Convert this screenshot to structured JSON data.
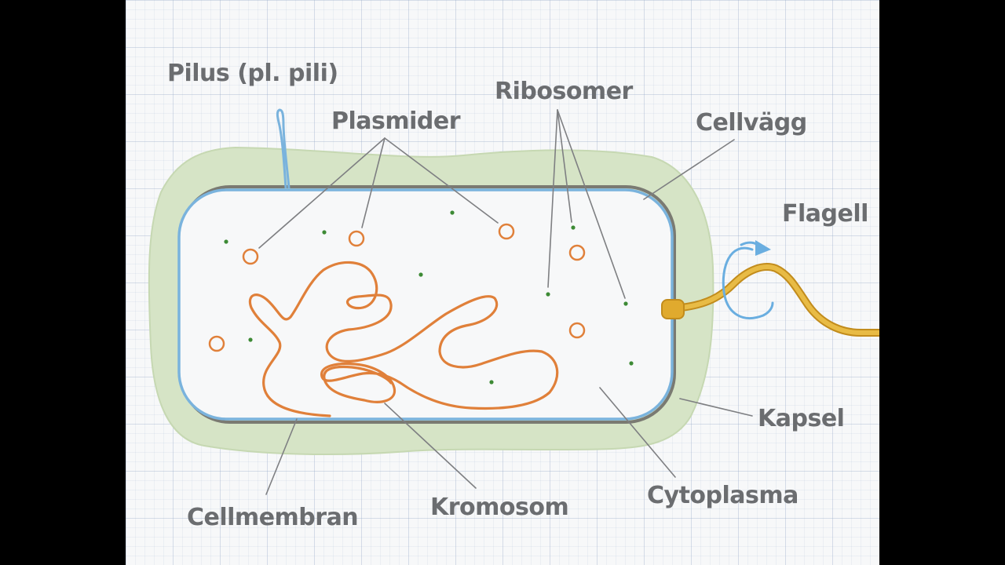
{
  "labels": {
    "pilus": "Pilus (pl. pili)",
    "plasmider": "Plasmider",
    "ribosomer": "Ribosomer",
    "cellvagg": "Cellvägg",
    "flagell": "Flagell",
    "kapsel": "Kapsel",
    "cytoplasma": "Cytoplasma",
    "kromosom": "Kromosom",
    "cellmembran": "Cellmembran"
  },
  "colors": {
    "capsule": "#d6e4c6",
    "membrane": "#7ab3dd",
    "cell_wall": "#7a7a72",
    "chromosome": "#e0803a",
    "plasmid": "#e0803a",
    "ribosome": "#3d8a35",
    "flagellum": "#d9a32a",
    "label_text": "#6b6d70",
    "leader_line": "#7e7f82"
  }
}
